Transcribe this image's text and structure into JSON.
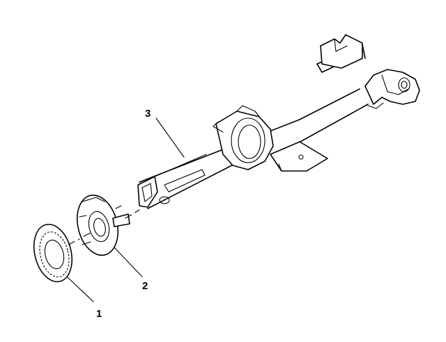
{
  "diagram": {
    "callouts": {
      "washer": "1",
      "retainer": "2",
      "jacket": "3"
    }
  }
}
